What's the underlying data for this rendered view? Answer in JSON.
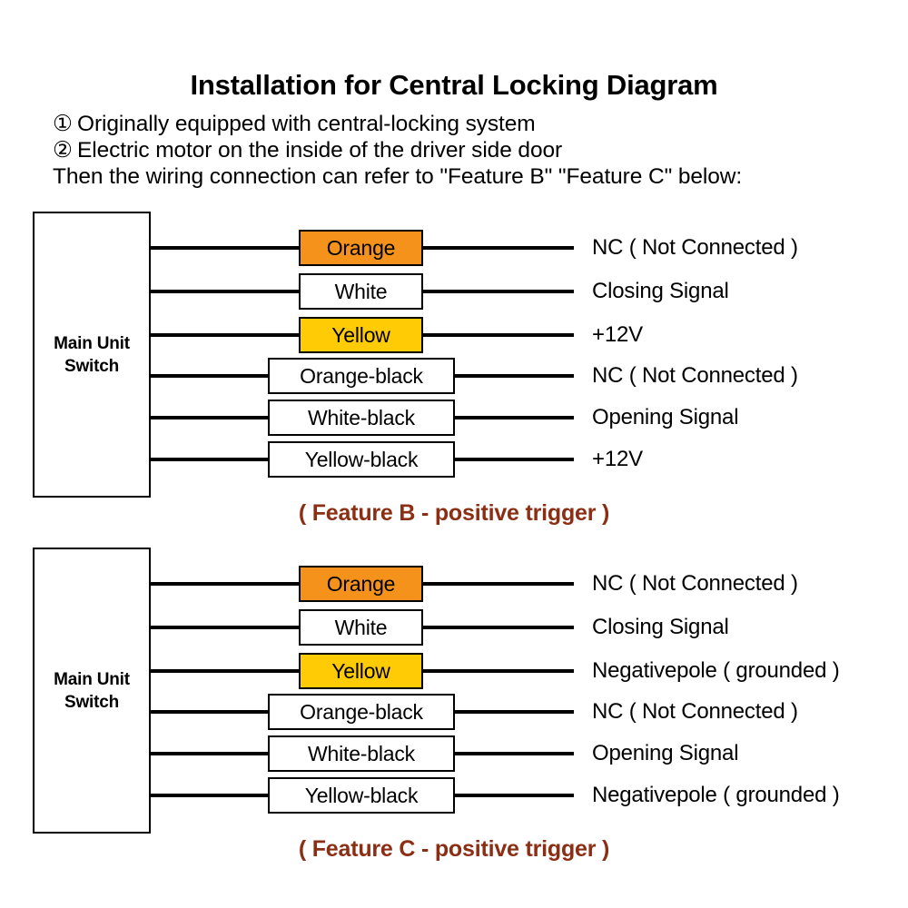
{
  "header": {
    "title": "Installation for Central Locking Diagram",
    "notes": [
      {
        "marker": "①",
        "text": "Originally equipped with central-locking system"
      },
      {
        "marker": "②",
        "text": "Electric motor on the inside of the driver side door"
      },
      {
        "marker": "",
        "text": "Then the wiring connection can refer to \"Feature B\" \"Feature C\" below:"
      }
    ]
  },
  "colors": {
    "orange": "#F5921B",
    "yellow": "#FFCB05",
    "white": "#FFFFFF",
    "line": "#000000",
    "caption": "#8B2E14"
  },
  "diagrams": [
    {
      "id": "B",
      "unit_label_line1": "Main Unit",
      "unit_label_line2": "Switch",
      "caption": "( Feature B - positive trigger )",
      "rows": [
        {
          "wire": "Orange",
          "swatch": "orange",
          "width": "narrow",
          "signal": "NC ( Not Connected )"
        },
        {
          "wire": "White",
          "swatch": "white",
          "width": "narrow",
          "signal": "Closing Signal"
        },
        {
          "wire": "Yellow",
          "swatch": "yellow",
          "width": "narrow",
          "signal": "+12V"
        },
        {
          "wire": "Orange-black",
          "swatch": "white",
          "width": "wide",
          "signal": "NC ( Not Connected )"
        },
        {
          "wire": "White-black",
          "swatch": "white",
          "width": "wide",
          "signal": "Opening Signal"
        },
        {
          "wire": "Yellow-black",
          "swatch": "white",
          "width": "wide",
          "signal": "+12V"
        }
      ]
    },
    {
      "id": "C",
      "unit_label_line1": "Main Unit",
      "unit_label_line2": "Switch",
      "caption": "( Feature C - positive trigger )",
      "rows": [
        {
          "wire": "Orange",
          "swatch": "orange",
          "width": "narrow",
          "signal": "NC ( Not Connected )"
        },
        {
          "wire": "White",
          "swatch": "white",
          "width": "narrow",
          "signal": "Closing Signal"
        },
        {
          "wire": "Yellow",
          "swatch": "yellow",
          "width": "narrow",
          "signal": "Negativepole ( grounded )"
        },
        {
          "wire": "Orange-black",
          "swatch": "white",
          "width": "wide",
          "signal": "NC ( Not Connected )"
        },
        {
          "wire": "White-black",
          "swatch": "white",
          "width": "wide",
          "signal": "Opening Signal"
        },
        {
          "wire": "Yellow-black",
          "swatch": "white",
          "width": "wide",
          "signal": "Negativepole ( grounded )"
        }
      ]
    }
  ]
}
